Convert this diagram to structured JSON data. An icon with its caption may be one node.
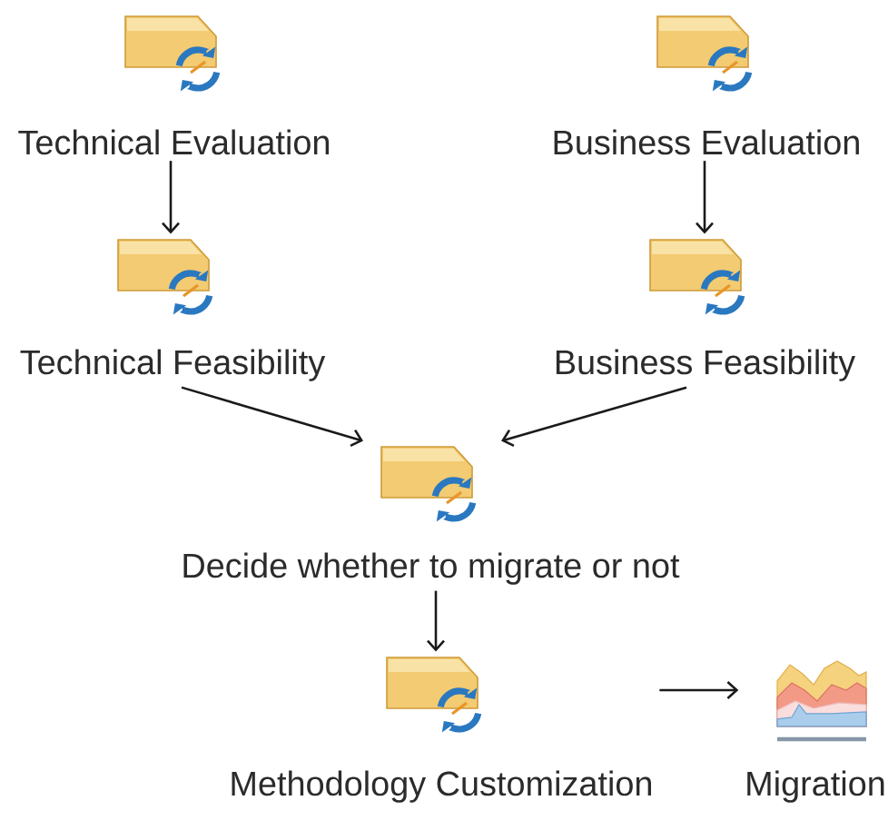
{
  "diagram": {
    "nodes": [
      {
        "text": [
          "Technical Evaluation"
        ]
      },
      {
        "text": [
          "Business Evaluation"
        ]
      },
      {
        "text": [
          "Technical Feasibility"
        ]
      },
      {
        "text": [
          "Business Feasibility"
        ]
      },
      {
        "text": [
          "Decide whether to migrate or not"
        ]
      },
      {
        "text": [
          "Methodology Customization"
        ]
      },
      {
        "text": [
          "Migration"
        ]
      }
    ],
    "edges": [
      {
        "from": 0,
        "to": 2,
        "arrow": "to"
      },
      {
        "from": 1,
        "to": 3,
        "arrow": "to"
      },
      {
        "from": 2,
        "to": 4,
        "arrow": "to"
      },
      {
        "from": 3,
        "to": 4,
        "arrow": "to"
      },
      {
        "from": 4,
        "to": 5,
        "arrow": "to"
      },
      {
        "from": 5,
        "to": 6,
        "arrow": "to"
      }
    ]
  }
}
